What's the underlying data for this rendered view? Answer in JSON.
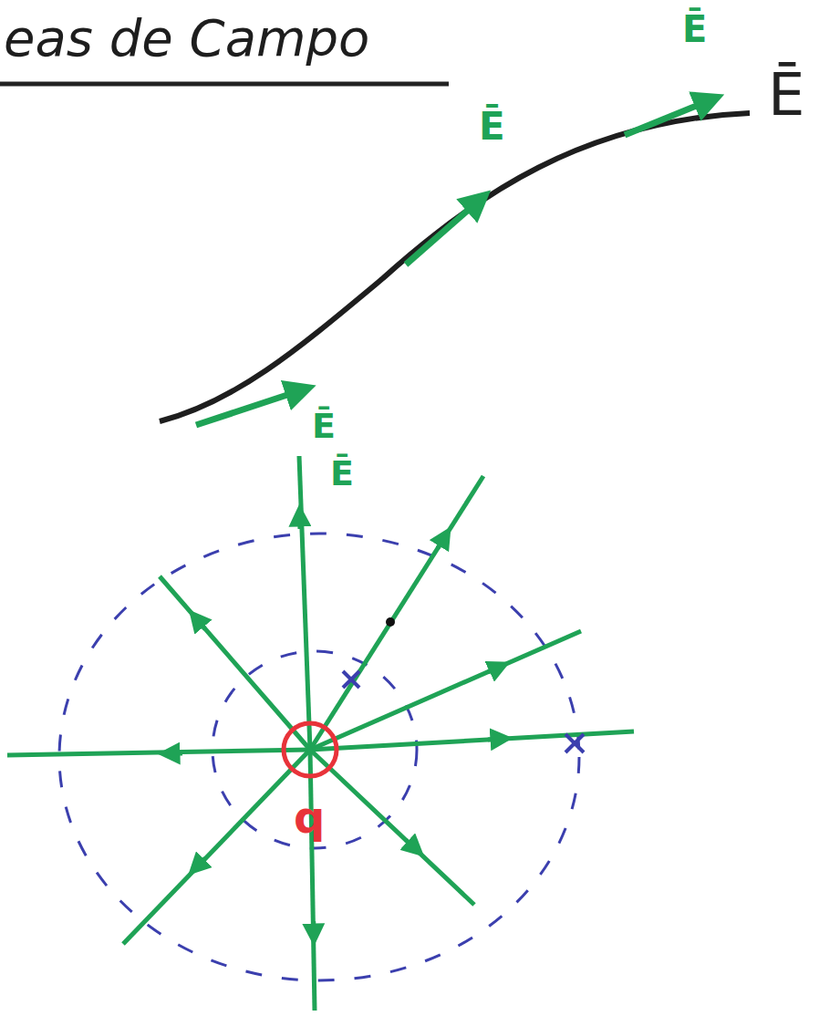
{
  "diagram": {
    "title": "eas de Campo",
    "labels": [
      "Ē",
      "Ē",
      "Ē",
      "Ē",
      "Ē",
      "q"
    ]
  }
}
